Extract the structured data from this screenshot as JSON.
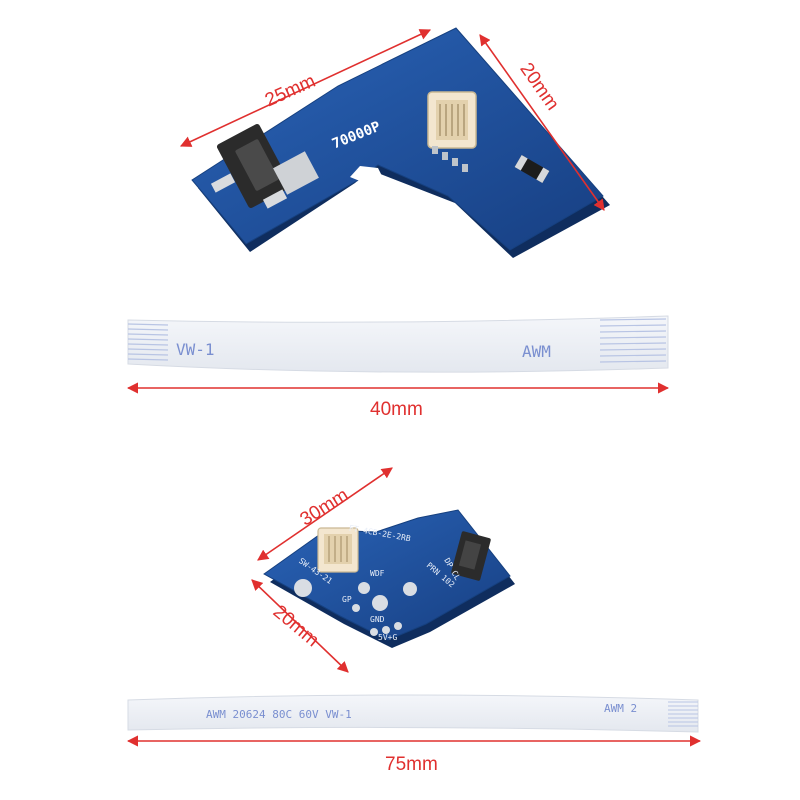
{
  "background_color": "#ffffff",
  "accent_color": "#e0302f",
  "pcb_color": "#1f4f9a",
  "dimensions": {
    "top_board_width": "25mm",
    "top_board_height": "20mm",
    "top_cable_length": "40mm",
    "bottom_board_width": "30mm",
    "bottom_board_height": "20mm",
    "bottom_cable_length": "75mm"
  },
  "top_board": {
    "marking": "70000P"
  },
  "top_cable": {
    "left_print": "VW-1",
    "right_print": "AWM"
  },
  "bottom_board": {
    "silk_top": "FT-4CB-2E-2RB",
    "silk_wdf": "WDF",
    "silk_dp": "DP CL",
    "silk_rf": "PRN 102",
    "silk_sw": "SW-43-21",
    "silk_gp": "GP",
    "silk_gnd": "GND",
    "silk_v": "5V+G"
  },
  "bottom_cable": {
    "print_main": "AWM  20624  80C  60V  VW-1",
    "print_right": "AWM  2"
  }
}
